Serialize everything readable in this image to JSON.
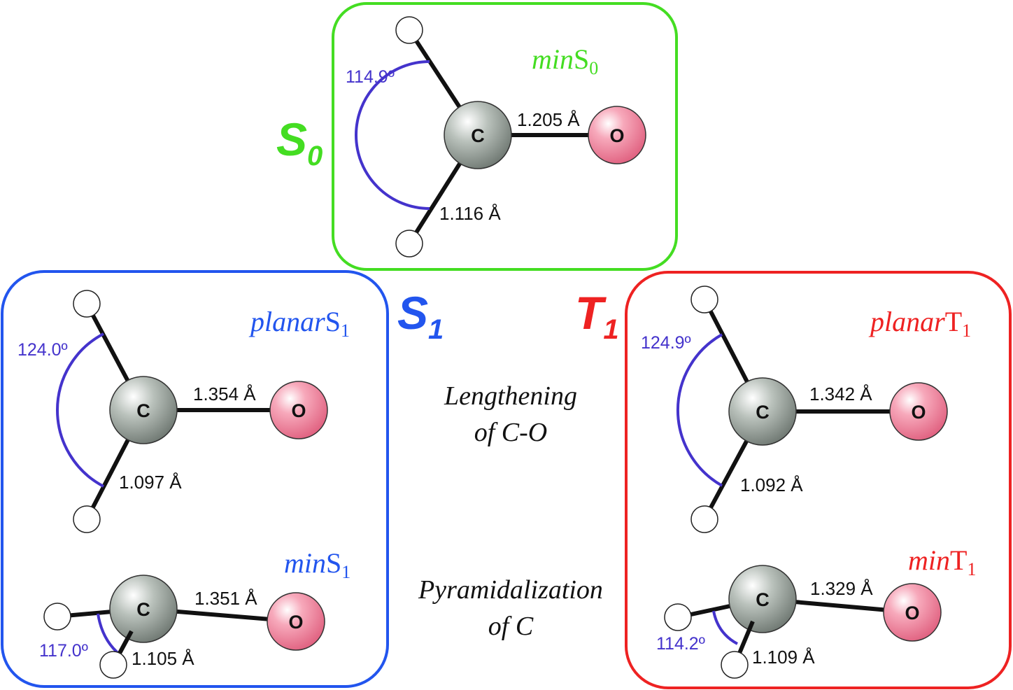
{
  "colors": {
    "s0": "#44dd22",
    "s1": "#2255ee",
    "t1": "#ee2222",
    "angle_arc": "#4433cc",
    "carbon": "#9aa39c",
    "oxygen": "#f06f8e",
    "hydrogen": "#ffffff",
    "bond": "#111111"
  },
  "states": {
    "s0": {
      "letter": "S",
      "sub": "0"
    },
    "s1": {
      "letter": "S",
      "sub": "1"
    },
    "t1": {
      "letter": "T",
      "sub": "1"
    }
  },
  "atoms": {
    "carbon": "C",
    "oxygen": "O"
  },
  "structures": {
    "minS0": {
      "tag_it": "min",
      "tag_rm": "S",
      "tag_sub": "0",
      "angle": "114.9º",
      "co": "1.205 Å",
      "ch": "1.116 Å"
    },
    "planarS1": {
      "tag_it": "planar",
      "tag_rm": "S",
      "tag_sub": "1",
      "angle": "124.0º",
      "co": "1.354 Å",
      "ch": "1.097 Å"
    },
    "minS1": {
      "tag_it": "min",
      "tag_rm": "S",
      "tag_sub": "1",
      "angle": "117.0º",
      "co": "1.351 Å",
      "ch": "1.105 Å"
    },
    "planarT1": {
      "tag_it": "planar",
      "tag_rm": "T",
      "tag_sub": "1",
      "angle": "124.9º",
      "co": "1.342 Å",
      "ch": "1.092 Å"
    },
    "minT1": {
      "tag_it": "min",
      "tag_rm": "T",
      "tag_sub": "1",
      "angle": "114.2º",
      "co": "1.329 Å",
      "ch": "1.109 Å"
    }
  },
  "middle": {
    "line1": "Lengthening",
    "line2": "of C-O",
    "line3": "Pyramidalization",
    "line4": "of C"
  }
}
